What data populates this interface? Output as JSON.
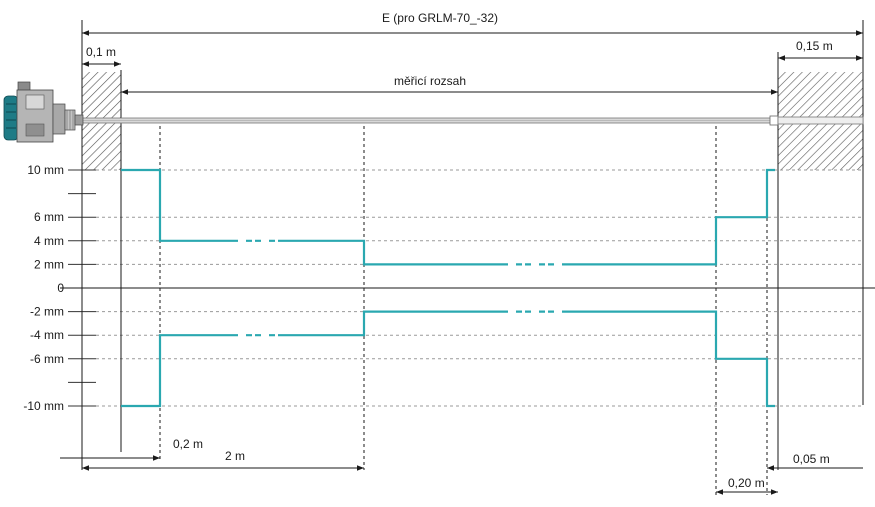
{
  "diagram": {
    "title": "E (pro GRLM-70_-32)",
    "range_label": "měřicí rozsah",
    "left_blocking": "0,1 m",
    "right_blocking": "0,15 m",
    "dim_0_2": "0,2 m",
    "dim_2": "2 m",
    "dim_0_20": "0,20 m",
    "dim_0_05": "0,05 m",
    "y_labels": [
      "10 mm",
      "6 mm",
      "4 mm",
      "2 mm",
      "0",
      "-2 mm",
      "-4 mm",
      "-6 mm",
      "-10 mm"
    ],
    "colors": {
      "accuracy_line": "#2aa8b0",
      "hatch": "#555555",
      "grid": "#9a9a9a"
    },
    "icons": [
      "level-sensor-icon",
      "probe-rod-icon"
    ]
  },
  "chart_data": {
    "type": "line",
    "title": "",
    "xlabel": "",
    "ylabel": "",
    "y_unit": "mm",
    "y_ticks": [
      10,
      6,
      4,
      2,
      0,
      -2,
      -4,
      -6,
      -10
    ],
    "series": [
      {
        "values": [
          {
            "zone": "0,1 m – 0,2 m",
            "value": 10
          },
          {
            "zone": "0,2 m – 2 m",
            "value": 4
          },
          {
            "zone": "2 m – end − 0,20 m",
            "value": 2
          },
          {
            "zone": "0,20 m before end",
            "value": 6
          },
          {
            "zone": "0,05 m before end",
            "value": 10
          }
        ]
      },
      {
        "values": [
          {
            "zone": "0,1 m – 0,2 m",
            "value": -10
          },
          {
            "zone": "0,2 m – 2 m",
            "value": -4
          },
          {
            "zone": "2 m – end − 0,20 m",
            "value": -2
          },
          {
            "zone": "0,20 m before end",
            "value": -6
          },
          {
            "zone": "0,05 m before end",
            "value": -10
          }
        ]
      }
    ],
    "grid": true
  }
}
